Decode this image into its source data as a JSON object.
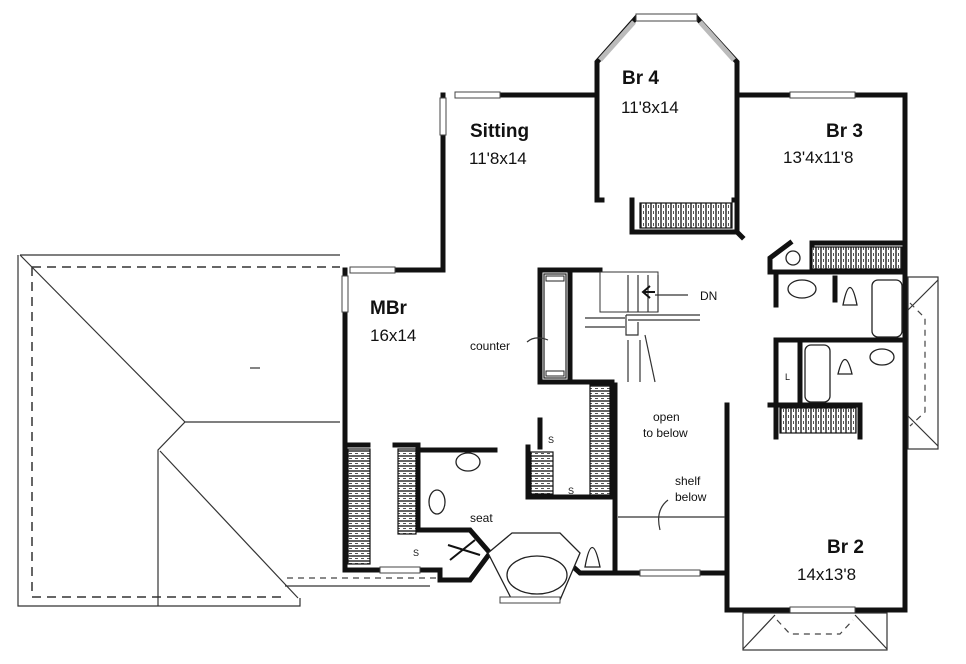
{
  "plan": {
    "type": "second-floor-plan",
    "rooms": [
      {
        "name": "Br 4",
        "dimensions": "11'8x14"
      },
      {
        "name": "Sitting",
        "dimensions": "11'8x14"
      },
      {
        "name": "Br 3",
        "dimensions": "13'4x11'8"
      },
      {
        "name": "MBr",
        "dimensions": "16x14"
      },
      {
        "name": "Br 2",
        "dimensions": "14x13'8"
      }
    ],
    "annotations": {
      "counter": "counter",
      "stair_down": "DN",
      "open_to_below_1": "open",
      "open_to_below_2": "to below",
      "shelf_below_1": "shelf",
      "shelf_below_2": "below",
      "seat": "seat",
      "linen": "L",
      "shelf_mark": "S"
    }
  }
}
